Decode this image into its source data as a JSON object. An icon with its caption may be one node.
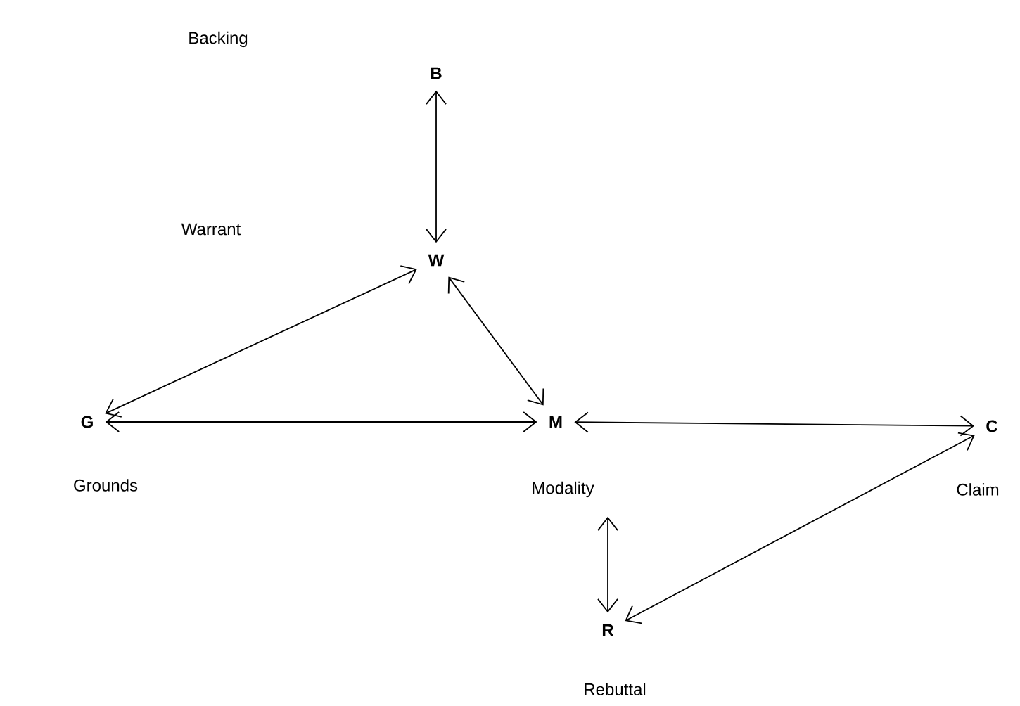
{
  "diagram": {
    "nodes": [
      {
        "text": [
          "B"
        ],
        "beside": [
          "Backing"
        ]
      },
      {
        "text": [
          "W"
        ],
        "beside": [
          "Warrant"
        ]
      },
      {
        "text": [
          "G"
        ],
        "beside": [
          "Grounds"
        ]
      },
      {
        "text": [
          "M"
        ],
        "beside": [
          "Modality"
        ]
      },
      {
        "text": [
          "C"
        ],
        "beside": [
          "Claim"
        ]
      },
      {
        "text": [
          "R"
        ],
        "beside": [
          "Rebuttal"
        ]
      }
    ],
    "edges": [
      {
        "from": 0,
        "to": 1,
        "arrow": "both"
      },
      {
        "from": 1,
        "to": 2,
        "arrow": "both"
      },
      {
        "from": 1,
        "to": 3,
        "arrow": "both"
      },
      {
        "from": 2,
        "to": 3,
        "arrow": "both"
      },
      {
        "from": 3,
        "to": 4,
        "arrow": "both"
      },
      {
        "from": 4,
        "to": 5,
        "arrow": "both"
      },
      {
        "from": 3,
        "to": 5,
        "arrow": "both"
      }
    ]
  }
}
